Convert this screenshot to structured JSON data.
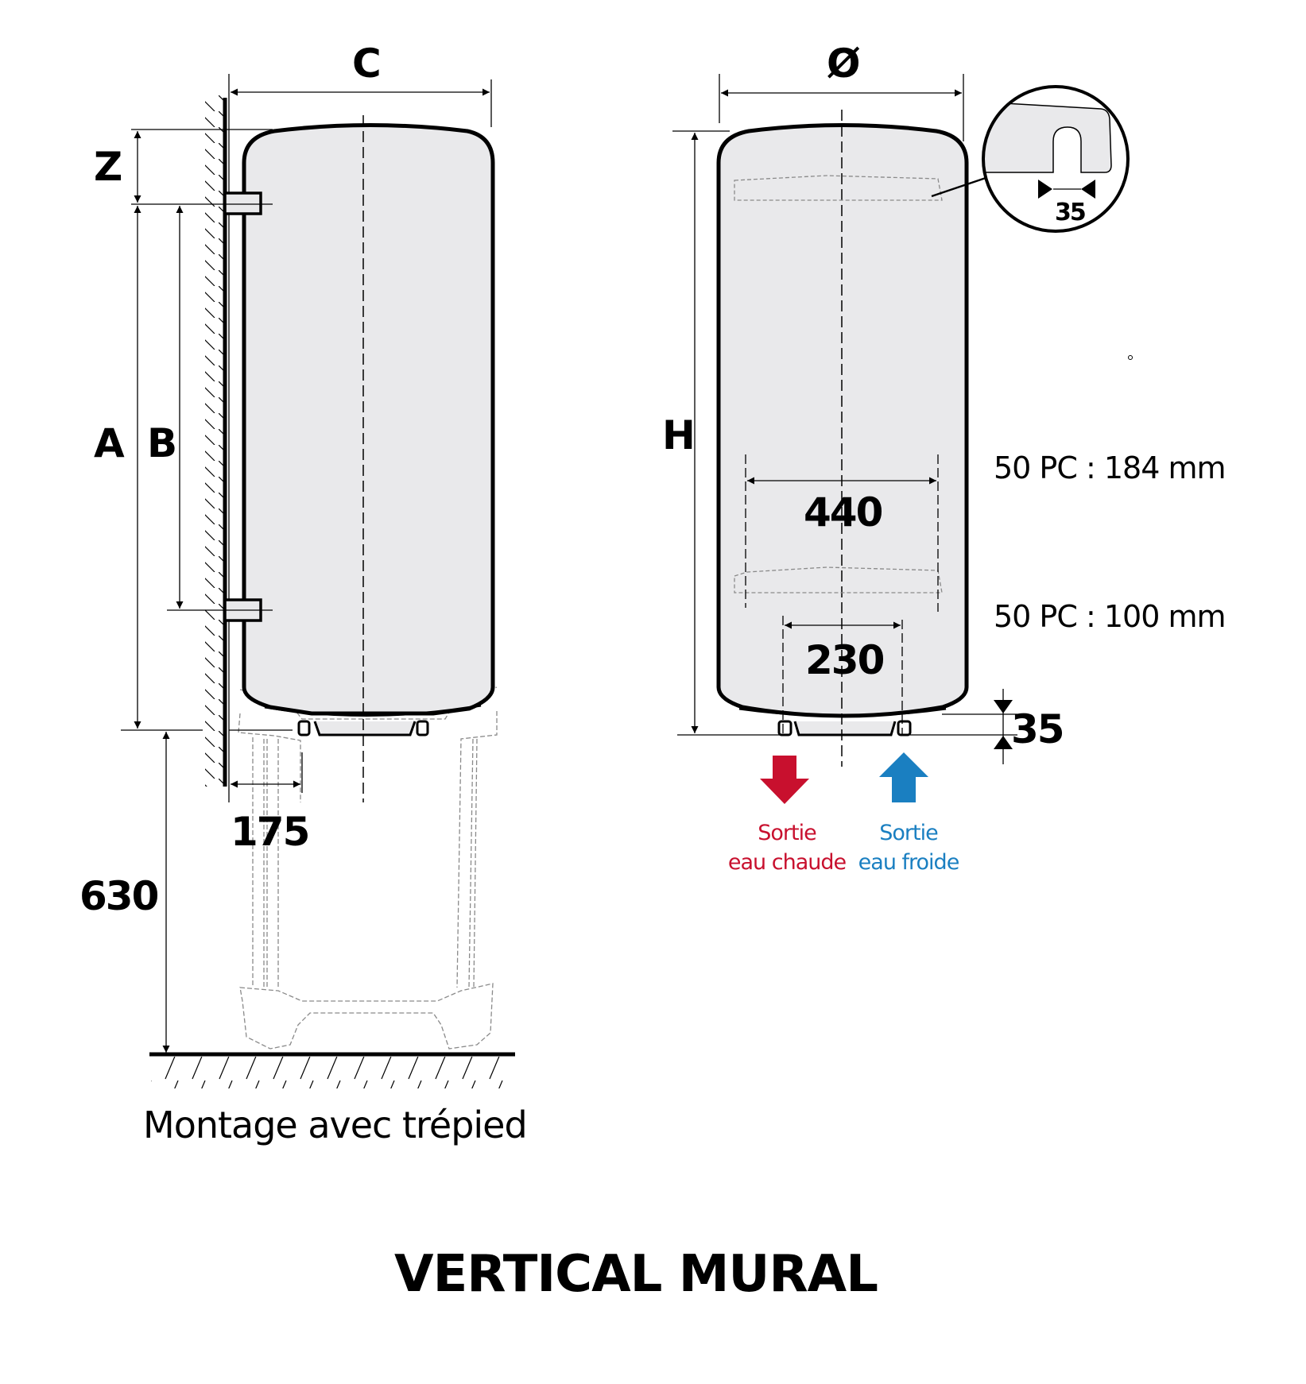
{
  "title": "VERTICAL MURAL",
  "left_view": {
    "caption": "Montage avec trépied",
    "dimensions": {
      "width_label": "C",
      "top_offset_label": "Z",
      "height_A_label": "A",
      "height_B_label": "B",
      "wall_offset_value": "175",
      "floor_clearance_value": "630"
    }
  },
  "right_view": {
    "dimensions": {
      "diameter_label": "Ø",
      "height_label": "H",
      "bracket_spacing_value": "440",
      "pipe_spacing_value": "230",
      "pipe_protrusion_value": "35",
      "slot_width_value": "35"
    },
    "notes": [
      "50 PC : 184 mm",
      "50 PC : 100 mm"
    ],
    "outlets": {
      "hot": {
        "line1": "Sortie",
        "line2": "eau chaude",
        "color": "#c8102e"
      },
      "cold": {
        "line1": "Sortie",
        "line2": "eau froide",
        "color": "#1a7fc1"
      }
    }
  },
  "colors": {
    "tank_fill": "#e9e9eb",
    "line": "#000000",
    "ghost_line": "#8a8a8a"
  }
}
